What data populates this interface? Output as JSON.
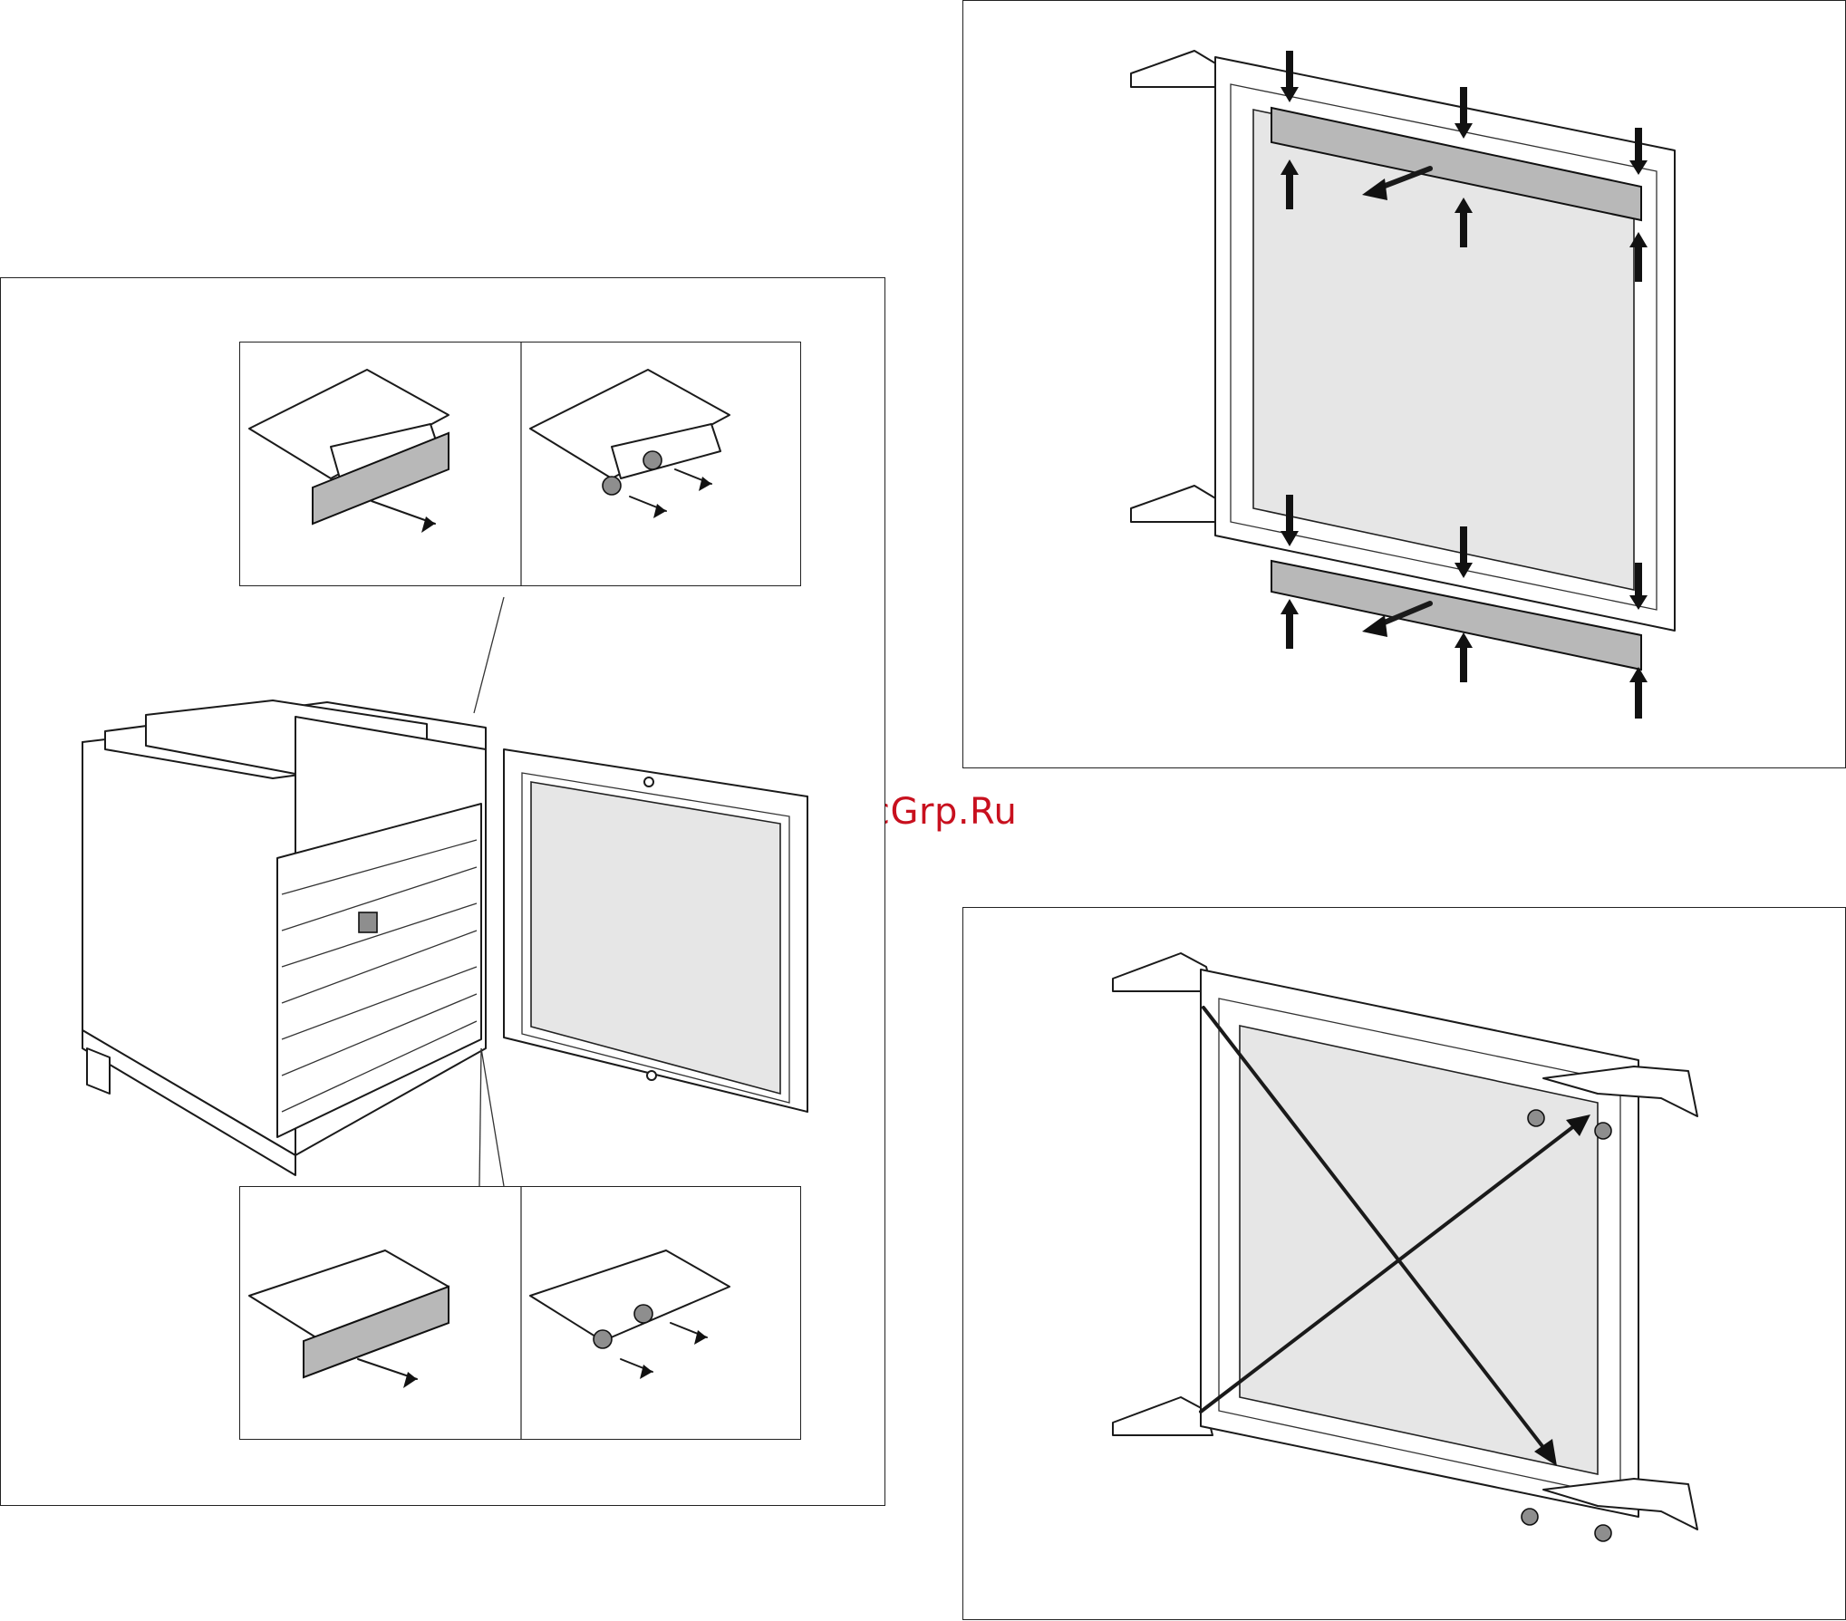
{
  "watermark": "McGrp.Ru",
  "colors": {
    "watermark": "#c8101e",
    "outline": "#1a1a1a",
    "glass": "#e6e6e6",
    "cover_strip": "#b8b8b8"
  },
  "figures": [
    {
      "id": "main-appliance",
      "description_icon": "fridge-open-door-icon"
    },
    {
      "id": "door-cover-strips",
      "description_icon": "door-strip-removal-icon"
    },
    {
      "id": "door-hinge-alignment",
      "description_icon": "door-diagonal-icon"
    }
  ]
}
